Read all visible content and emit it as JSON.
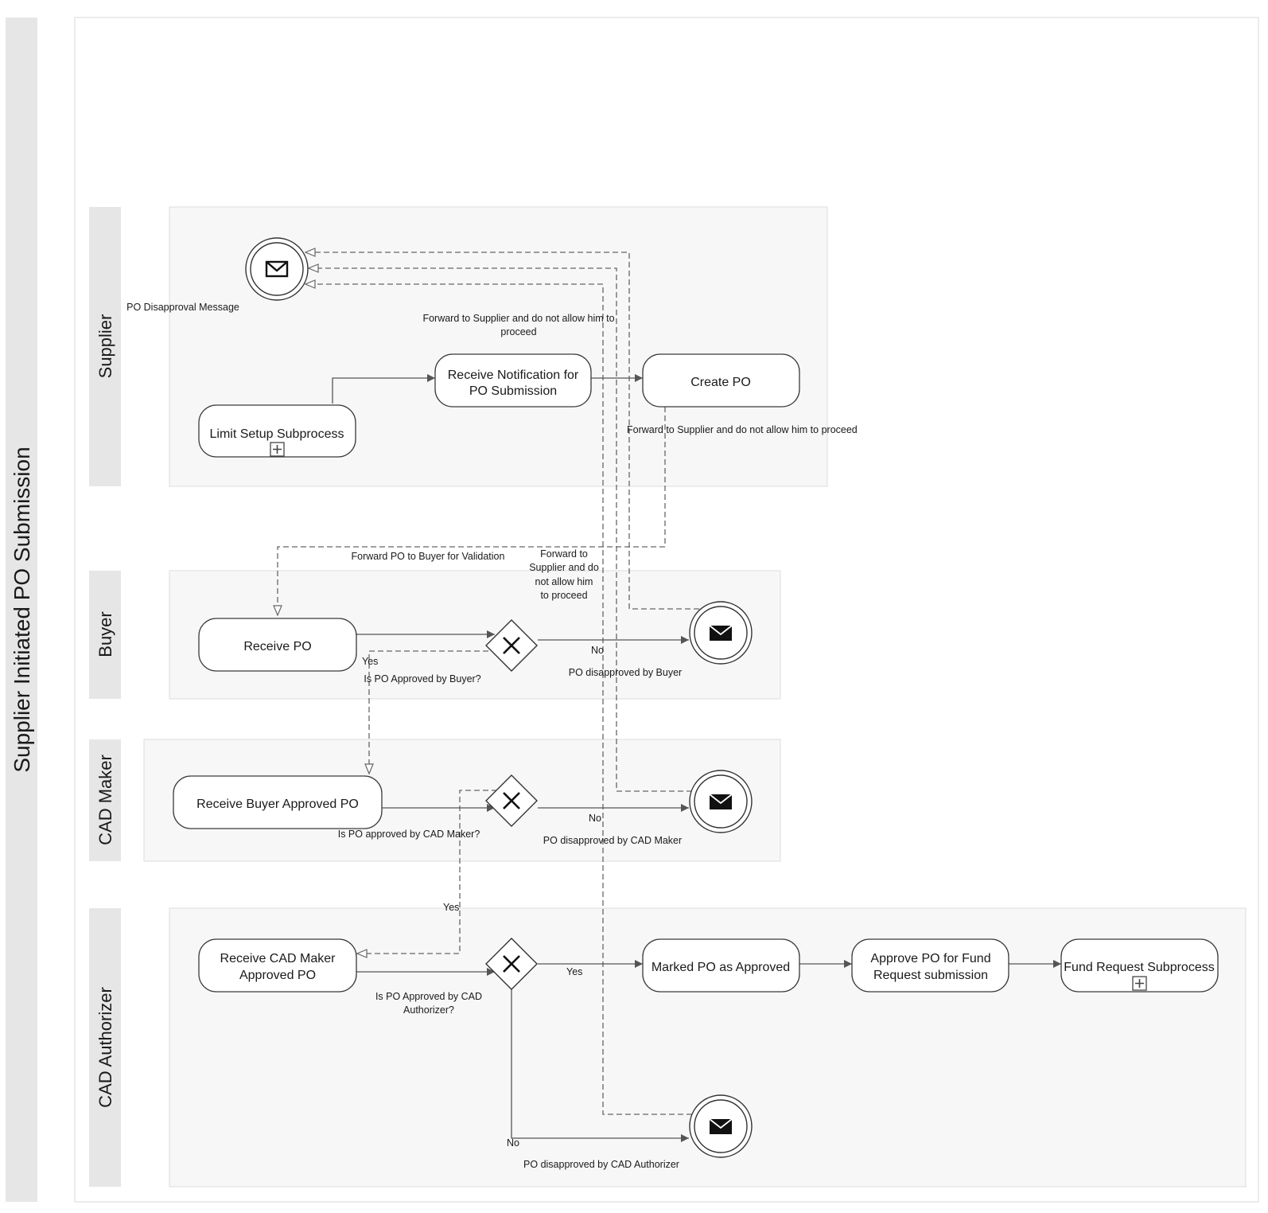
{
  "pool": {
    "title": "Supplier Initiated PO Submission"
  },
  "lanes": {
    "supplier": "Supplier",
    "buyer": "Buyer",
    "cad_maker": "CAD Maker",
    "cad_authorizer": "CAD Authorizer"
  },
  "tasks": {
    "limit_setup": "Limit Setup Subprocess",
    "receive_notification_l1": "Receive Notification for",
    "receive_notification_l2": "PO Submission",
    "create_po": "Create PO",
    "receive_po": "Receive PO",
    "receive_buyer_approved": "Receive Buyer Approved PO",
    "receive_cad_maker_l1": "Receive CAD Maker",
    "receive_cad_maker_l2": "Approved PO",
    "marked_approved": "Marked PO as Approved",
    "approve_fund_l1": "Approve PO for Fund",
    "approve_fund_l2": "Request submission",
    "fund_request": "Fund Request Subprocess"
  },
  "events": {
    "po_disapproval_message": "PO Disapproval Message",
    "disapproved_buyer": "PO disapproved by Buyer",
    "disapproved_cad_maker": "PO disapproved by CAD Maker",
    "disapproved_cad_authorizer": "PO disapproved by CAD Authorizer"
  },
  "gateways": {
    "buyer": "Is PO Approved by Buyer?",
    "cad_maker": "Is PO approved by CAD Maker?",
    "cad_authorizer_l1": "Is PO Approved by CAD",
    "cad_authorizer_l2": "Authorizer?"
  },
  "flow_labels": {
    "forward_top_l1": "Forward to Supplier and do not allow him to",
    "forward_top_l2": "proceed",
    "forward_mid": "Forward to Supplier and do not allow him to proceed",
    "forward_buyer": "Forward PO to Buyer for Validation",
    "forward_small_l1": "Forward to",
    "forward_small_l2": "Supplier and do",
    "forward_small_l3": "not allow him",
    "forward_small_l4": "to proceed",
    "yes_buyer": "Yes",
    "no_buyer": "No",
    "no_cad_maker": "No",
    "yes_cad_maker": "Yes",
    "yes_cad_auth": "Yes",
    "no_cad_auth": "No"
  }
}
